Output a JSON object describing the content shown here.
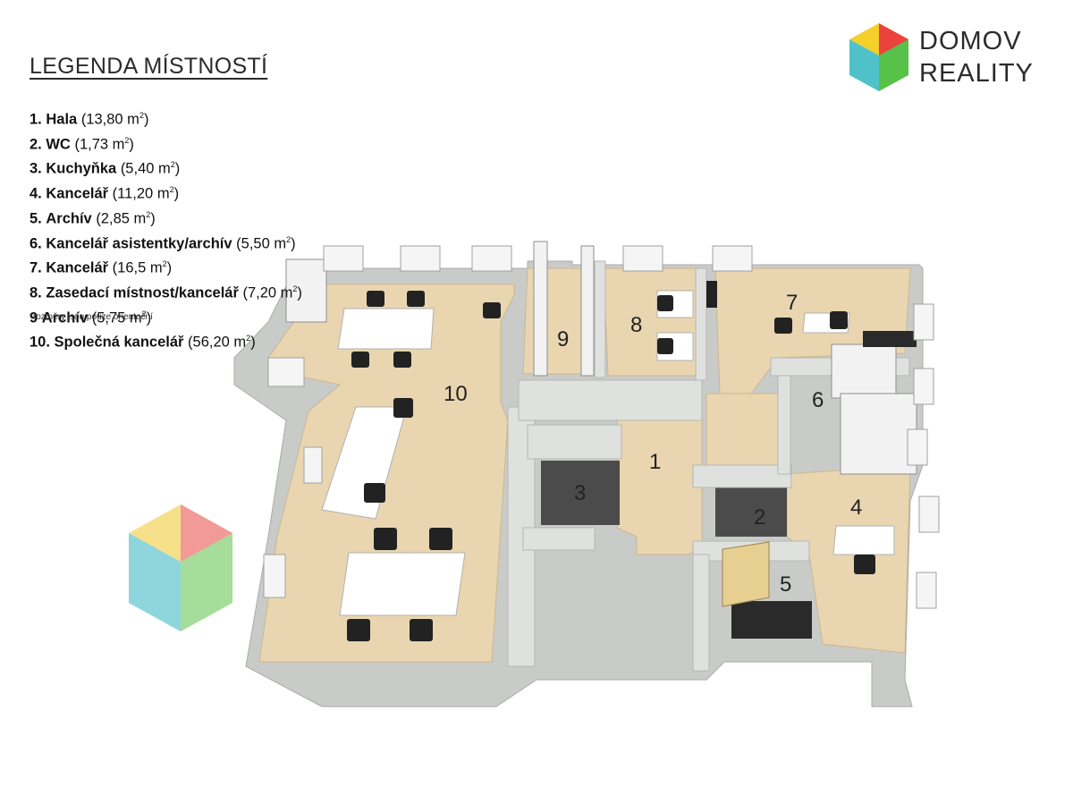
{
  "legend": {
    "title": "LEGENDA MÍSTNOSTÍ",
    "items": [
      {
        "num": "1.",
        "name": "Hala",
        "area": "(13,80 m",
        "unit": "2",
        "close": ")"
      },
      {
        "num": "2.",
        "name": "WC",
        "area": " (1,73 m",
        "unit": "2",
        "close": ")"
      },
      {
        "num": "3.",
        "name": "Kuchyňka",
        "area": "(5,40 m",
        "unit": "2",
        "close": ")"
      },
      {
        "num": "4.",
        "name": "Kancelář",
        "area": "(11,20 m",
        "unit": "2",
        "close": ")"
      },
      {
        "num": "5.",
        "name": "Archív",
        "area": "(2,85 m",
        "unit": "2",
        "close": ")"
      },
      {
        "num": "6.",
        "name": "Kancelář asistentky/archív",
        "area": "(5,50 m",
        "unit": "2",
        "close": ")"
      },
      {
        "num": "7.",
        "name": "Kancelář",
        "area": " (16,5 m",
        "unit": "2",
        "close": ")"
      },
      {
        "num": "8.",
        "name": "Zasedací místnost/kancelář",
        "area": "(7,20 m",
        "unit": "2",
        "close": ")"
      },
      {
        "num": "9",
        "name": "Archív",
        "area": "(5,75 m",
        "unit": "2",
        "close": ")"
      },
      {
        "num": "10.",
        "name": "Společná kancelář",
        "area": "(56,20 m",
        "unit": "2",
        "close": ")"
      }
    ],
    "note": "*rozměry jsou pouze orientační"
  },
  "brand": {
    "line1": "DOMOV",
    "line2": "REALITY"
  },
  "rooms": {
    "r1": "1",
    "r2": "2",
    "r3": "3",
    "r4": "4",
    "r5": "5",
    "r6": "6",
    "r7": "7",
    "r8": "8",
    "r9": "9",
    "r10": "10"
  },
  "colors": {
    "logo_yellow": "#f5cf2a",
    "logo_red": "#ea3a3e",
    "logo_teal": "#4fc2c9",
    "logo_green": "#58c14a",
    "floor_wood": "#e8d4ad",
    "wall": "#d6d8d6",
    "dark_floor": "#555555",
    "desk": "#ffffff",
    "chair": "#222222"
  },
  "icons": [
    "domov-reality-logo-icon",
    "cube-watermark-icon"
  ]
}
